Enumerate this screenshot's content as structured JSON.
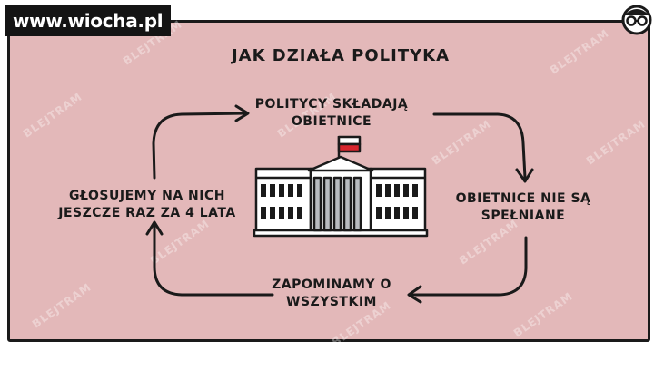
{
  "site": {
    "name": "www.wiocha.pl"
  },
  "title": "JAK DZIAŁA POLITYKA",
  "cycle": {
    "top": {
      "line1": "POLITYCY SKŁADAJĄ",
      "line2": "OBIETNICE"
    },
    "right": {
      "line1": "OBIETNICE NIE SĄ",
      "line2": "SPEŁNIANE"
    },
    "bottom": {
      "line1": "ZAPOMINAMY O",
      "line2": "WSZYSTKIM"
    },
    "left": {
      "line1": "GŁOSUJEMY NA NICH",
      "line2": "JESZCZE RAZ ZA 4 LATA"
    }
  },
  "watermark": "BLEJTRAM",
  "icons": {
    "artist_logo": "glasses-face-icon",
    "building": "government-building-icon",
    "flag": "polish-flag-icon"
  },
  "colors": {
    "panel": "#e3b8b9",
    "ink": "#1a1a1a",
    "flag_white": "#ffffff",
    "flag_red": "#d8262e"
  }
}
